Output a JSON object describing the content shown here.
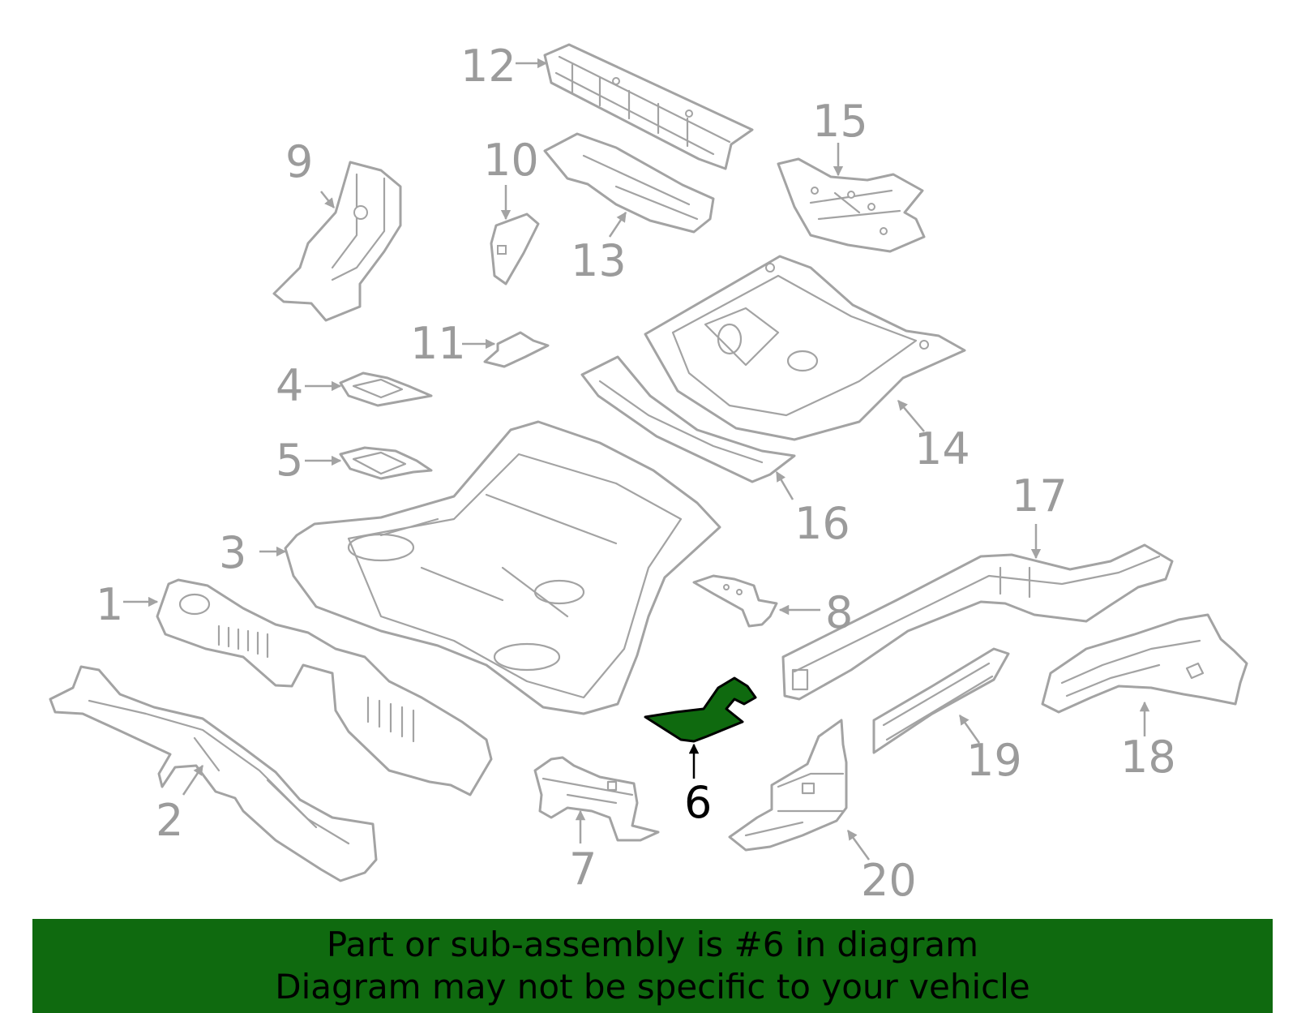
{
  "diagram": {
    "highlight_color": "#0f6a0f",
    "outline_color": "#a3a3a3",
    "selected_part": "6",
    "callouts": {
      "c1": "1",
      "c2": "2",
      "c3": "3",
      "c4": "4",
      "c5": "5",
      "c6": "6",
      "c7": "7",
      "c8": "8",
      "c9": "9",
      "c10": "10",
      "c11": "11",
      "c12": "12",
      "c13": "13",
      "c14": "14",
      "c15": "15",
      "c16": "16",
      "c17": "17",
      "c18": "18",
      "c19": "19",
      "c20": "20"
    }
  },
  "banner": {
    "line1": "Part or sub-assembly is #6 in diagram",
    "line2": "Diagram may not be specific to your vehicle"
  }
}
